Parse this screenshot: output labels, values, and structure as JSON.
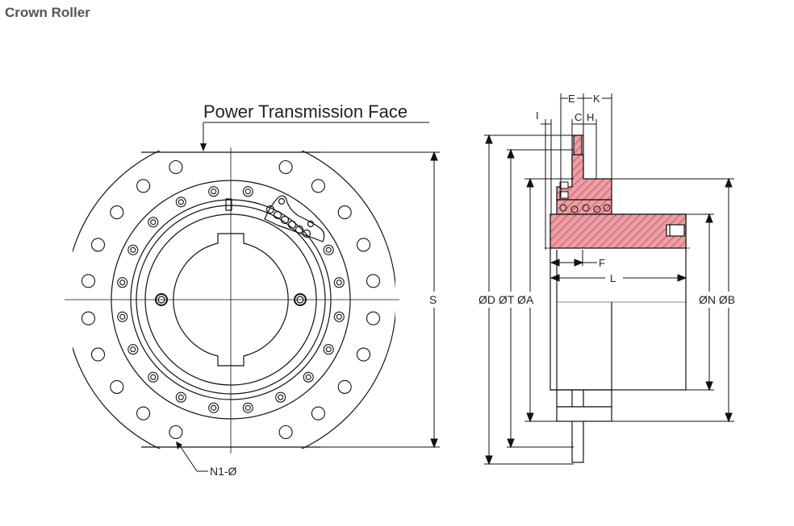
{
  "header": {
    "title": "Crown Roller"
  },
  "front_view": {
    "face_label": "Power Transmission Face",
    "hole_label": "N1-Ø",
    "height_label": "S"
  },
  "side_view": {
    "top_dims": {
      "e": "E",
      "k": "K",
      "i": "I",
      "c": "C",
      "h": "H"
    },
    "f_label": "F",
    "l_label": "L",
    "left_diams": "ØD ØT ØA",
    "right_diams": "ØN ØB"
  },
  "colors": {
    "section_fill": "#e8a0a6",
    "hatch": "#cc2233",
    "line": "#111111"
  }
}
